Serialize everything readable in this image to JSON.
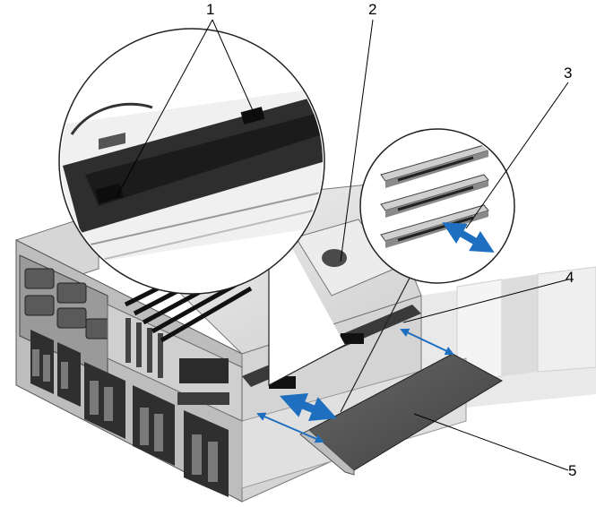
{
  "callouts": {
    "c1": "1",
    "c2": "2",
    "c3": "3",
    "c4": "4",
    "c5": "5"
  },
  "colors": {
    "arrow": "#1f6fc0",
    "chassis_light": "#d9d9d9",
    "chassis_mid": "#a9a9a9",
    "chassis_dark": "#3a3a3a",
    "card": "#555555",
    "background_panel": "#e8e8e8"
  }
}
